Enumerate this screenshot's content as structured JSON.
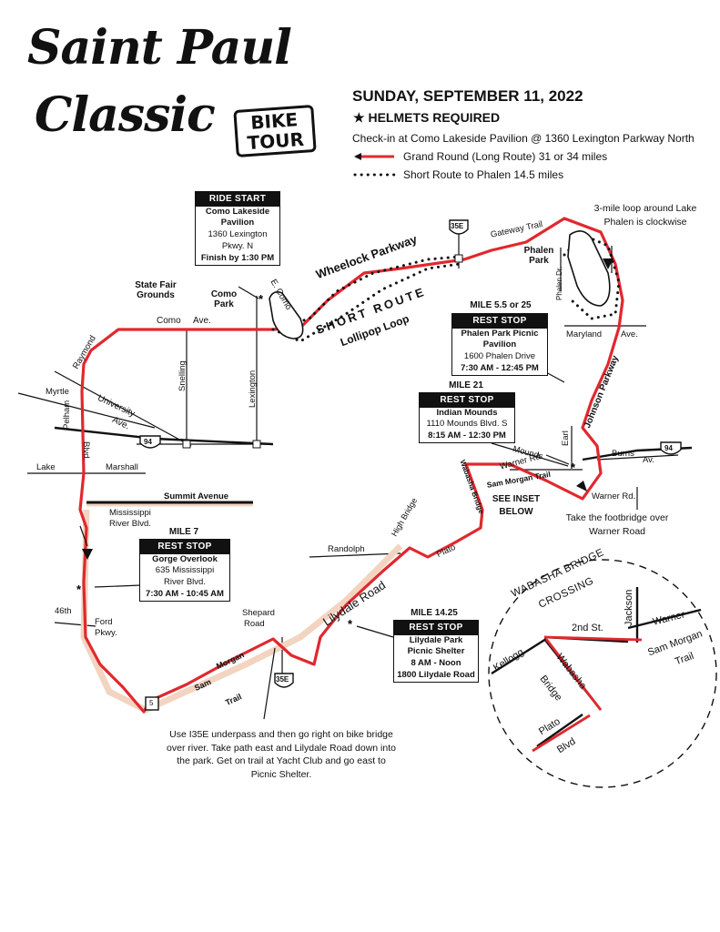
{
  "logo": {
    "line1": "Saint Paul",
    "line2": "Classic",
    "bike": "BIKE",
    "tour": "TOUR"
  },
  "header": {
    "date": "SUNDAY, SEPTEMBER 11, 2022",
    "helmets": "HELMETS REQUIRED",
    "checkin": "Check-in at Como Lakeside Pavilion @ 1360 Lexington Parkway North",
    "legend_long": "Grand Round (Long Route) 31 or 34 miles",
    "legend_short": "Short Route to Phalen 14.5 miles"
  },
  "colors": {
    "route_long": "#e0282e",
    "route_short": "#111111",
    "trail_fill": "#f2d4c0",
    "box_bar": "#111111"
  },
  "ride_start": {
    "bar": "RIDE START",
    "name1": "Como Lakeside",
    "name2": "Pavilion",
    "addr1": "1360 Lexington",
    "addr2": "Pkwy. N",
    "time": "Finish by 1:30 PM"
  },
  "stop_phalen": {
    "mile": "MILE 5.5 or 25",
    "bar": "REST STOP",
    "name1": "Phalen Park Picnic",
    "name2": "Pavilion",
    "addr": "1600 Phalen Drive",
    "time": "7:30 AM - 12:45 PM"
  },
  "stop_mounds": {
    "mile": "MILE 21",
    "bar": "REST STOP",
    "name": "Indian Mounds",
    "addr": "1110 Mounds Blvd. S",
    "time": "8:15 AM - 12:30 PM"
  },
  "stop_gorge": {
    "mile": "MILE 7",
    "bar": "REST STOP",
    "name": "Gorge Overlook",
    "addr1": "635 Mississippi",
    "addr2": "River Blvd.",
    "time": "7:30 AM - 10:45 AM"
  },
  "stop_lilydale": {
    "mile": "MILE 14.25",
    "bar": "REST STOP",
    "name1": "Lilydale Park",
    "name2": "Picnic Shelter",
    "time": "8 AM - Noon",
    "addr": "1800 Lilydale Road"
  },
  "notes": {
    "phalen_loop": "3-mile loop around Lake Phalen is clockwise",
    "footbridge": "Take the footbridge over Warner Road",
    "inset_ref": "SEE INSET BELOW",
    "underpass": "Use I35E underpass and then go right on bike bridge over river. Take path east and Lilydale Road down into the park. Get on trail at Yacht Club and go east to Picnic Shelter."
  },
  "labels": {
    "state_fair": "State Fair Grounds",
    "como_park": "Como Park",
    "como_ave": "Como",
    "ave": "Ave.",
    "e_como": "E. Como",
    "wheelock": "Wheelock Parkway",
    "short_route": "SHORT ROUTE",
    "lollipop": "Lollipop Loop",
    "gateway": "Gateway Trail",
    "phalen_park": "Phalen Park",
    "phalen_dr": "Phalen Dr.",
    "maryland": "Maryland",
    "maryland_ave": "Ave.",
    "johnson": "Johnson Parkway",
    "raymond": "Raymond",
    "snelling": "Snelling",
    "lexington": "Lexington",
    "myrtle": "Myrtle",
    "university": "University",
    "university_ave": "Ave.",
    "pelham": "Pelham",
    "pelham_blvd": "Blvd.",
    "lake": "Lake",
    "marshall": "Marshall",
    "summit": "Summit Avenue",
    "mississippi": "Mississippi",
    "river_blvd": "River Blvd.",
    "forty_sixth": "46th",
    "ford": "Ford",
    "pkwy": "Pkwy.",
    "shepard": "Shepard",
    "road": "Road",
    "sam": "Sam",
    "morgan": "Morgan",
    "trail": "Trail",
    "randolph": "Randolph",
    "high_bridge": "High Bridge",
    "plato": "Plato",
    "lilydale_road": "Lilydale Road",
    "wabasha_bridge": "Wabasha Bridge",
    "sam_morgan_trail": "Sam Morgan Trail",
    "warner_rd": "Warner Rd.",
    "mounds": "Mounds",
    "earl": "Earl",
    "burns": "Burns",
    "burns_av": "Av.",
    "shield_94": "94",
    "shield_35e": "35E",
    "shield_5": "5"
  },
  "inset": {
    "title1": "WABASHA BRIDGE",
    "title2": "CROSSING",
    "jackson": "Jackson",
    "second_st": "2nd St.",
    "warner": "Warner",
    "sam_morgan": "Sam Morgan",
    "trail": "Trail",
    "kellogg": "Kellogg",
    "wabasha": "Wabasha",
    "bridge": "Bridge",
    "plato": "Plato",
    "blvd": "Blvd"
  }
}
